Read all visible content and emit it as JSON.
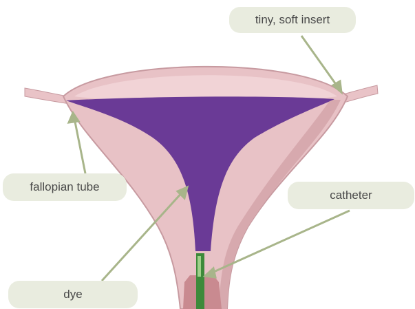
{
  "labels": {
    "insert": "tiny, soft insert",
    "fallopian": "fallopian tube",
    "catheter": "catheter",
    "dye": "dye"
  },
  "colors": {
    "uterus_outer": "#c79aa0",
    "uterus_wall": "#e6bfc2",
    "uterus_inner": "#f2d3d5",
    "dye": "#6a3a96",
    "catheter": "#3d8a3a",
    "callout_bg": "#e9ecdf",
    "pointer": "#a8b58a"
  }
}
